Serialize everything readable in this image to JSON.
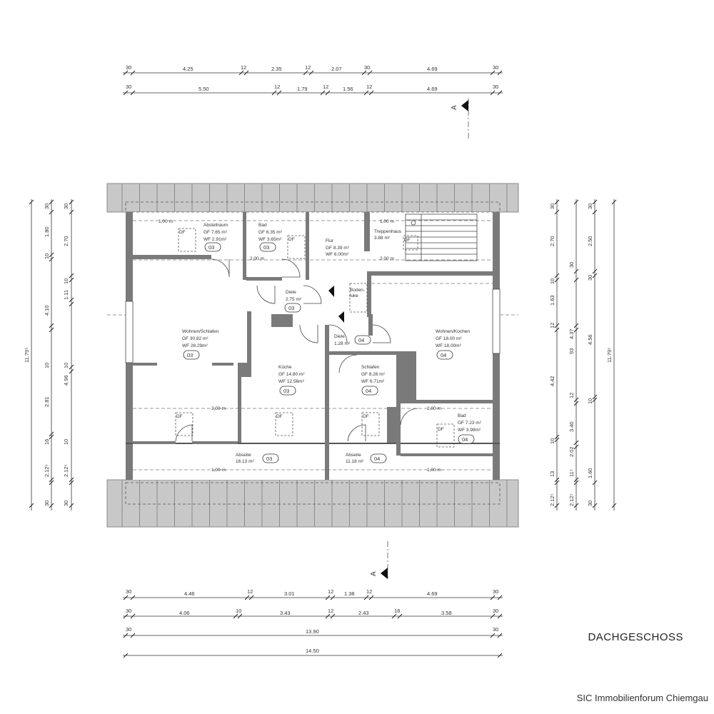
{
  "title": "DACHGESCHOSS",
  "footer": "SIC Immobilienforum Chiemgau",
  "section_marker": "A",
  "dims_top_1": [
    "30",
    "4.25",
    "12",
    "2.35",
    "12",
    "2.07",
    "30",
    "4.69",
    "30"
  ],
  "dims_top_2": [
    "30",
    "5.50",
    "12",
    "1.79",
    "12",
    "1.56",
    "12",
    "4.69",
    "30"
  ],
  "dims_bottom_1": [
    "30",
    "4.46",
    "12",
    "3.01",
    "12",
    "1.38",
    "12",
    "4.69",
    "30"
  ],
  "dims_bottom_2": [
    "30",
    "4.06",
    "10",
    "3.43",
    "12",
    "2.43",
    "18",
    "3.58",
    "30"
  ],
  "dims_bottom_3": [
    "30",
    "13.90",
    "30"
  ],
  "dims_bottom_4": [
    "14.50"
  ],
  "dims_left_1": [
    "30",
    "1.80",
    "10",
    "4.10",
    "10",
    "2.81",
    "16",
    "2.12⁵",
    "30"
  ],
  "dims_left_2": [
    "30",
    "2.70",
    "10",
    "1.11",
    "10",
    "4.96",
    "10",
    "2.12⁵",
    "30"
  ],
  "dims_left_total": "11.79⁵",
  "dims_right_1": [
    "30",
    "2.70",
    "10",
    "1.63",
    "12",
    "4.42",
    "10",
    "13",
    "2.12⁵",
    "30"
  ],
  "dims_right_2": [
    "30",
    "4.37",
    "93",
    "12",
    "3.40",
    "2.02",
    "11⁵",
    "2.12⁵",
    "30"
  ],
  "dims_right_3": [
    "30",
    "2.50",
    "30",
    "4.56",
    "10",
    "1.60",
    "30"
  ],
  "dims_right_total": "11.79⁵",
  "slope_lines": [
    "1,00 m",
    "1,00 m",
    "2,00 m",
    "2,00 m",
    "2,00 m",
    "2,00 m",
    "1,00 m",
    "1,00 m"
  ],
  "rooms": [
    {
      "name": "Abstellraum",
      "gf": "GF 7.65 m²",
      "wf": "WF 2.91m²",
      "unit": "03"
    },
    {
      "name": "Bad",
      "gf": "GF 6.35 m²",
      "wf": "WF 3.65m²",
      "unit": "03"
    },
    {
      "name": "Flur",
      "gf": "GF 8.39 m²",
      "wf": "WF 6.00m²",
      "unit": ""
    },
    {
      "name": "Treppenhaus",
      "gf": "3.88 m²",
      "wf": "",
      "unit": ""
    },
    {
      "name": "Diele",
      "gf": "2.75 m²",
      "wf": "",
      "unit": "03"
    },
    {
      "name": "Boden-",
      "gf": "luke",
      "wf": "",
      "unit": ""
    },
    {
      "name": "Wohnen/Schlafen",
      "gf": "GF 30.82 m²",
      "wf": "WF 28.29m²",
      "unit": "03"
    },
    {
      "name": "Diele",
      "gf": "1.28 m²",
      "wf": "",
      "unit": "04"
    },
    {
      "name": "Wohnen/Kochen",
      "gf": "GF 18.00 m²",
      "wf": "WF 18.00m²",
      "unit": "04"
    },
    {
      "name": "Küche",
      "gf": "GF 14.80 m²",
      "wf": "WF 12.56m²",
      "unit": "03"
    },
    {
      "name": "Schlafen",
      "gf": "GF 8.26 m²",
      "wf": "WF 6.71m²",
      "unit": "04"
    },
    {
      "name": "Bad",
      "gf": "GF 7.23 m²",
      "wf": "WF 3.98m²",
      "unit": "04"
    },
    {
      "name": "Abseite",
      "gf": "16.13 m²",
      "wf": "",
      "unit": "03"
    },
    {
      "name": "Abseite",
      "gf": "11.18 m²",
      "wf": "",
      "unit": "04"
    }
  ],
  "skylight_label": "DF"
}
